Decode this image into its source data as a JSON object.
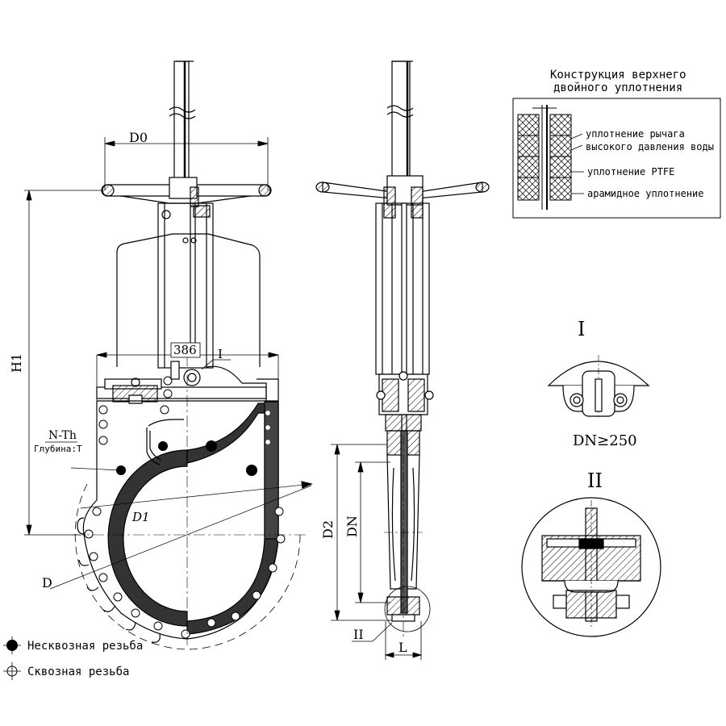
{
  "dimensions": {
    "D0": "D0",
    "H1": "H1",
    "dim386": "386",
    "D1": "D1",
    "D": "D",
    "D2": "D2",
    "DN": "DN",
    "L": "L",
    "thread": "N-Th",
    "depth": "Глубина:T"
  },
  "callouts": {
    "detail1": "I",
    "detail2": "II"
  },
  "detail_labels": {
    "view1_title": "I",
    "view2_title": "II",
    "dn_condition": "DN≥250"
  },
  "seal_box": {
    "title_line1": "Конструкция верхнего",
    "title_line2": "двойного уплотнения",
    "items": [
      "уплотнение рычага",
      "высокого давления воды",
      "уплотнение PTFE",
      "арамидное уплотнение"
    ]
  },
  "legend": {
    "blind_thread": "Несквозная резьба",
    "through_thread": "Сквозная резьба"
  }
}
